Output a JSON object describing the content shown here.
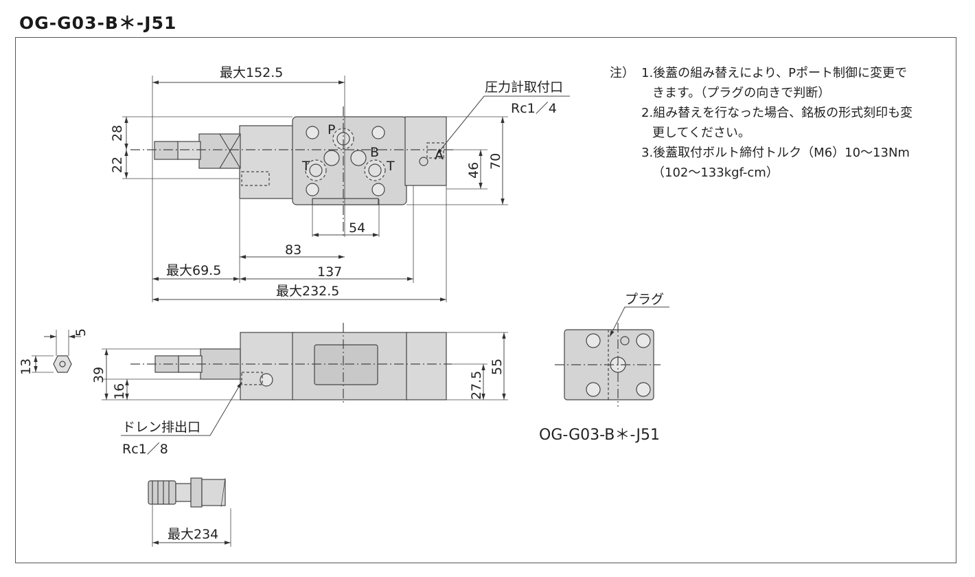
{
  "title": "OG-G03-B＊-J51",
  "notes": {
    "prefix": "注）",
    "lines": [
      "1.後蓋の組み替えにより、Pポート制御に変更で",
      "きます。（プラグの向きで判断）",
      "2.組み替えを行なった場合、銘板の形式刻印も変",
      "更してください。",
      "3.後蓋取付ボルト締付トルク（M6）10〜13Nm",
      "（102〜133kgf-cm）"
    ]
  },
  "top_view": {
    "dim_max_152_5": "最大152.5",
    "gauge_port_label": "圧力計取付口",
    "gauge_port_spec": "Rc1／4",
    "dim_28": "28",
    "dim_22": "22",
    "dim_46": "46",
    "dim_70": "70",
    "port_p": "P",
    "port_b": "B",
    "port_t1": "T",
    "port_t2": "T",
    "port_a": "A",
    "dim_54": "54",
    "dim_83": "83",
    "dim_max_69_5": "最大69.5",
    "dim_137": "137",
    "dim_max_232_5": "最大232.5"
  },
  "front_view": {
    "dim_5": "5",
    "dim_13": "13",
    "dim_39": "39",
    "dim_16": "16",
    "dim_27_5": "27.5",
    "dim_55": "55",
    "drain_label": "ドレン排出口",
    "drain_spec": "Rc1／8"
  },
  "side_view": {
    "plug_label": "プラグ",
    "caption": "OG-G03-B＊-J51"
  },
  "knob_view": {
    "dim_max_234": "最大234"
  }
}
